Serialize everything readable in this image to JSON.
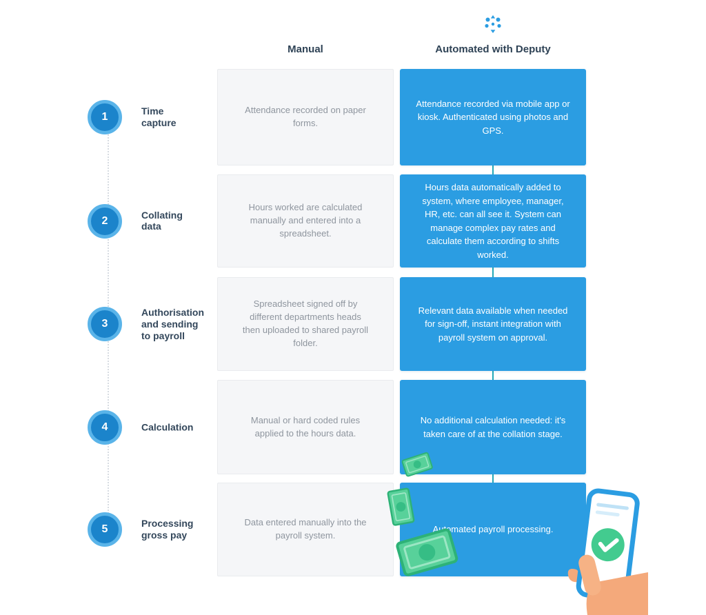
{
  "brand": {
    "accent_blue": "#2b9de2",
    "circle_fill_blue": "#1b84cb",
    "circle_ring_blue": "#5ab4e9",
    "manual_card_bg": "#f5f6f8",
    "manual_text_color": "#8e959e",
    "heading_color": "#2e4255",
    "connector_teal": "#23a9b8",
    "success_green": "#43cb8f",
    "banknote_green": "#58d19a",
    "hand_skin": "#f4a97b"
  },
  "icons": {
    "logo": "deputy-logo-icon",
    "money": "banknote-icon",
    "phone": "hand-holding-phone-icon",
    "check": "checkmark-icon"
  },
  "header": {
    "manual_label": "Manual",
    "automated_label": "Automated with Deputy"
  },
  "steps": [
    {
      "number": "1",
      "label": "Time\ncapture",
      "manual": "Attendance recorded on paper forms.",
      "automated": "Attendance recorded via mobile app or kiosk. Authenticated using photos and GPS."
    },
    {
      "number": "2",
      "label": "Collating\ndata",
      "manual": "Hours worked are calculated manually and entered into a spreadsheet.",
      "automated": "Hours data automatically added to system, where employee, manager, HR, etc. can all see it. System can manage complex pay rates and calculate them according to shifts worked."
    },
    {
      "number": "3",
      "label": "Authorisation\nand sending\nto payroll",
      "manual": "Spreadsheet signed off by different departments heads then uploaded to shared payroll folder.",
      "automated": "Relevant data available when needed for sign-off, instant integration with payroll system on approval."
    },
    {
      "number": "4",
      "label": "Calculation",
      "manual": "Manual or hard coded rules applied to the hours data.",
      "automated": "No additional calculation needed: it's taken care of at the collation stage."
    },
    {
      "number": "5",
      "label": "Processing\ngross pay",
      "manual": "Data entered manually into the payroll system.",
      "automated": "Automated payroll processing."
    }
  ]
}
